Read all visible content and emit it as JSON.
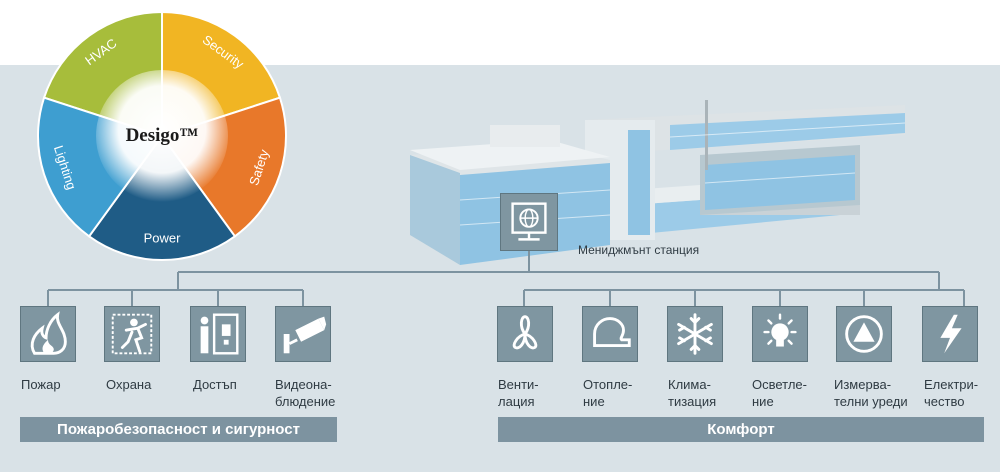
{
  "wheel": {
    "center_title": "Desigo™",
    "segments": [
      {
        "label": "HVAC",
        "color": "#a7bd3b"
      },
      {
        "label": "Security",
        "color": "#f1b523"
      },
      {
        "label": "Safety",
        "color": "#e8782a"
      },
      {
        "label": "Power",
        "color": "#1f5c86"
      },
      {
        "label": "Lighting",
        "color": "#3e9ed0"
      }
    ]
  },
  "station": {
    "label": "Мениджмънт станция",
    "icon": "globe-monitor-icon"
  },
  "left_group": {
    "bar_label": "Пожаробезопасност и сигурност",
    "items": [
      {
        "label": "Пожар",
        "icon": "fire-icon"
      },
      {
        "label": "Охрана",
        "icon": "intruder-icon"
      },
      {
        "label": "Достъп",
        "icon": "access-door-icon"
      },
      {
        "label": "Видеона-\nблюдение",
        "icon": "camera-icon"
      }
    ]
  },
  "right_group": {
    "bar_label": "Комфорт",
    "items": [
      {
        "label": "Венти-\nлация",
        "icon": "fan-icon"
      },
      {
        "label": "Отопле-\nние",
        "icon": "radiator-icon"
      },
      {
        "label": "Клима-\nтизация",
        "icon": "snowflake-icon"
      },
      {
        "label": "Осветле-\nние",
        "icon": "bulb-icon"
      },
      {
        "label": "Измерва-\nтелни уреди",
        "icon": "meter-icon"
      },
      {
        "label": "Електри-\nчество",
        "icon": "lightning-icon"
      }
    ]
  },
  "colors": {
    "background": "#d9e2e7",
    "tile": "#7f96a1",
    "bar": "#7d93a0",
    "line": "#7d93a0",
    "glass": "#8fc3e3"
  }
}
